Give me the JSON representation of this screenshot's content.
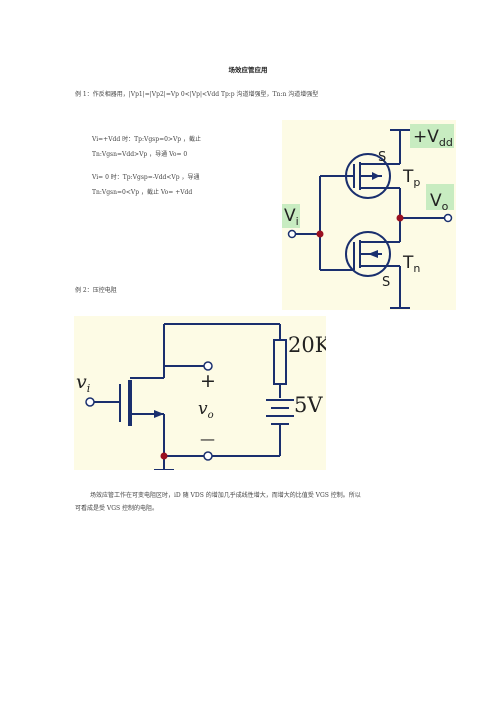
{
  "title": "场效应管应用",
  "example1": {
    "heading": "例 1：作反相器用，|Vp1|=|Vp2|=Vp  0<|Vp|<Vdd      Tp:p 沟道增强型，Tn:n 沟道增强型",
    "line1": "Vi=+Vdd 时：Tp:Vgsp=0>Vp  ，截止",
    "line2": "Tn:Vgsn=Vdd>Vp  ，导通 Vo= 0",
    "line3": "Vi= 0 时：Tp:Vgsp=-Vdd<Vp  ，导通",
    "line4": "Tn:Vgsn=0<Vp  ，截止 Vo= +Vdd"
  },
  "circuit1": {
    "vdd_label": "+V",
    "vdd_sub": "dd",
    "s_top": "S",
    "tp_label": "T",
    "tp_sub": "p",
    "vo_label": "V",
    "vo_sub": "o",
    "vi_label": "V",
    "vi_sub": "i",
    "tn_label": "T",
    "tn_sub": "n",
    "s_bottom": "S"
  },
  "example2": {
    "heading": "例 2：压控电阻"
  },
  "circuit2": {
    "resistor_label": "20K",
    "battery_label": "5V",
    "vi_label": "v",
    "vi_sub": "i",
    "vo_label": "v",
    "vo_sub": "o",
    "plus": "+",
    "minus": "—"
  },
  "footer": {
    "line1": "场效应管工作在可变电阻区时，iD 随 VDS 的增加几乎成线性增大，而增大的比值受 VGS 控制。所以",
    "line2": "可看成是受 VGS 控制的电阻。"
  },
  "colors": {
    "circuit_bg": "#fdfbe5",
    "label_bg": "#c8ecc1",
    "wire": "#1a2f6e",
    "node": "#9a1020"
  }
}
